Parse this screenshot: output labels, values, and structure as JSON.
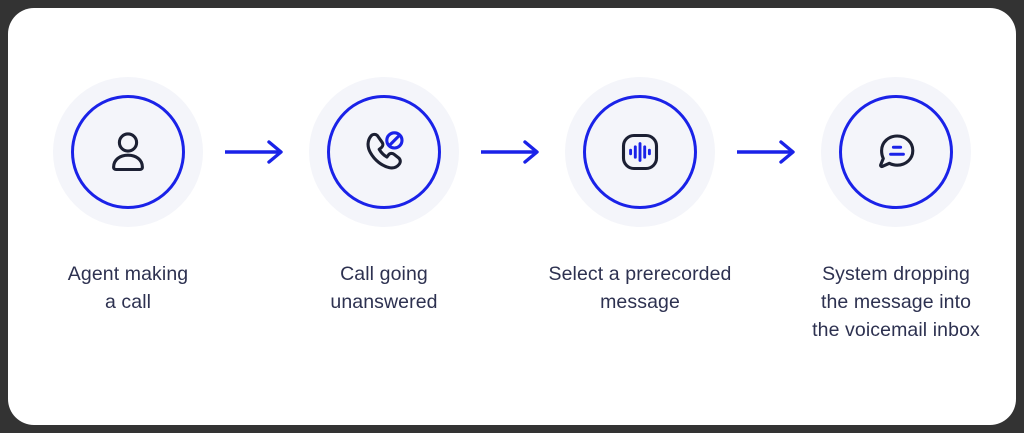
{
  "card": {
    "background_color": "#ffffff",
    "page_background_color": "#333333"
  },
  "theme": {
    "accent_blue": "#1a22e8",
    "icon_dark": "#1c2033",
    "halo_gray": "#f4f5fa",
    "text_color": "#2d3150"
  },
  "diagram": {
    "type": "process-flow",
    "orientation": "horizontal",
    "step_count": 4,
    "connector_icon": "arrow-right-icon",
    "steps": [
      {
        "index": 1,
        "icon": "user-person-icon",
        "caption": "Agent making\na call"
      },
      {
        "index": 2,
        "icon": "phone-call-blocked-icon",
        "caption": "Call going\nunanswered"
      },
      {
        "index": 3,
        "icon": "audio-waveform-message-icon",
        "caption": "Select a prerecorded\nmessage"
      },
      {
        "index": 4,
        "icon": "chat-bubble-message-icon",
        "caption": "System dropping\nthe message into\nthe voicemail inbox"
      }
    ]
  }
}
